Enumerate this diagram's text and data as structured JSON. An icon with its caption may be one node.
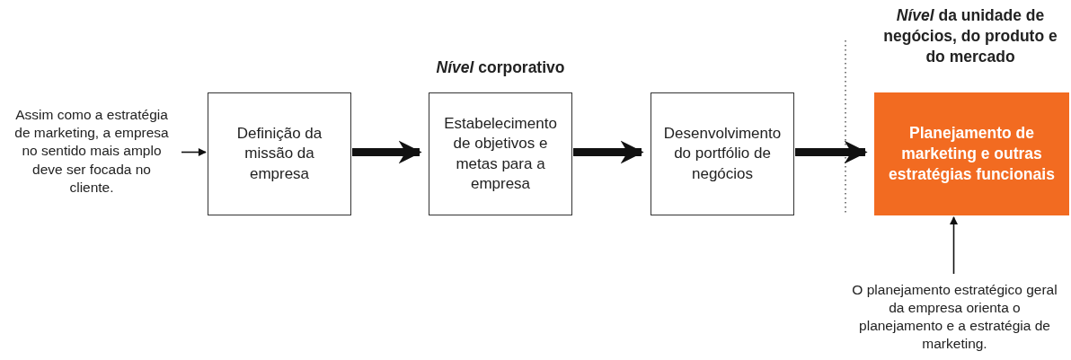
{
  "diagram": {
    "nodes": [
      {
        "text": [
          "Assim como a estratégia de marketing, a empresa no sentido mais amplo deve ser focada no cliente."
        ]
      },
      {
        "text": [
          "Definição da missão da empresa"
        ]
      },
      {
        "text": [
          "Estabelecimento de objetivos e metas para a empresa"
        ]
      },
      {
        "text": [
          "Desenvolvimento do portfólio de negócios"
        ]
      },
      {
        "text": [
          "Planejamento de marketing e outras estratégias funcionais"
        ]
      },
      {
        "text": [
          "O planejamento estratégico geral da empresa orienta o planejamento e a estratégia de marketing."
        ]
      }
    ],
    "edges": [
      {
        "from": 0,
        "to": 1,
        "arrow": "to"
      },
      {
        "from": 1,
        "to": 2,
        "arrow": "to"
      },
      {
        "from": 2,
        "to": 3,
        "arrow": "to"
      },
      {
        "from": 3,
        "to": 4,
        "arrow": "to"
      },
      {
        "from": 5,
        "to": 4,
        "arrow": "to"
      }
    ],
    "labels": [
      "*Nível* corporativo",
      "*Nível* da unidade de negócios, do produto e do mercado"
    ]
  }
}
